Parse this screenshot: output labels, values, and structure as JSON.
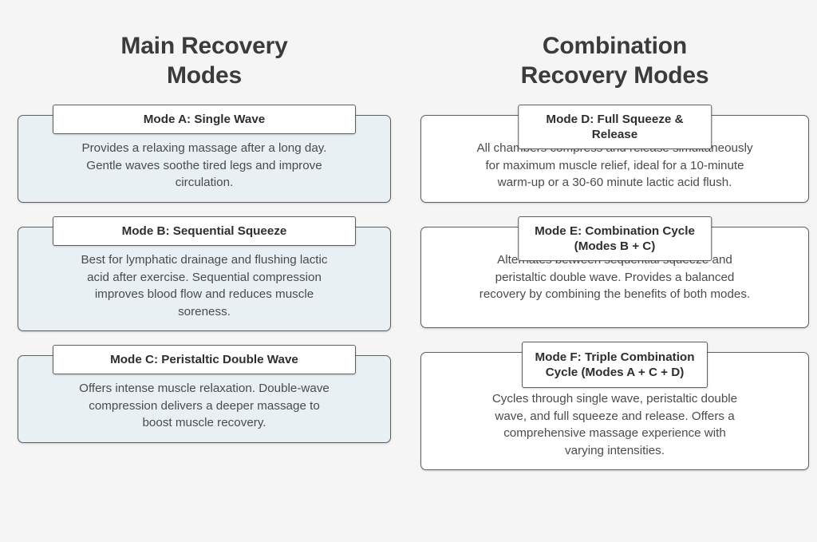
{
  "background_color": "#f5f5f5",
  "columns": [
    {
      "id": "main-recovery-modes",
      "title": "Main Recovery\nModes",
      "card_fill": "#e8f0f3",
      "modes": [
        {
          "title": "Mode A: Single Wave",
          "description": "Provides a relaxing massage after a long day.\nGentle waves soothe tired legs and improve\ncirculation."
        },
        {
          "title": "Mode B: Sequential Squeeze",
          "description": "Best for lymphatic drainage and flushing lactic\nacid after exercise. Sequential compression\nimproves blood flow and reduces muscle\nsoreness."
        },
        {
          "title": "Mode C: Peristaltic Double Wave",
          "description": "Offers intense muscle relaxation. Double-wave\ncompression delivers a deeper massage to\nboost muscle recovery."
        }
      ]
    },
    {
      "id": "combination-recovery-modes",
      "title": "Combination\nRecovery Modes",
      "card_fill": "#ffffff",
      "modes": [
        {
          "title": "Mode D: Full Squeeze & Release",
          "description": "All chambers compress and release simultaneously\nfor maximum muscle relief, ideal for a 10-minute\nwarm-up or a 30-60 minute lactic acid flush."
        },
        {
          "title": "Mode E: Combination Cycle (Modes B + C)",
          "description": "Alternates between sequential squeeze and\nperistaltic double wave. Provides a balanced\nrecovery by combining the benefits of both modes."
        },
        {
          "title": "Mode F: Triple Combination\nCycle (Modes A + C + D)",
          "description": "Cycles through single wave, peristaltic double\nwave, and full squeeze and release. Offers a\ncomprehensive massage experience with\nvarying intensities."
        }
      ]
    }
  ]
}
